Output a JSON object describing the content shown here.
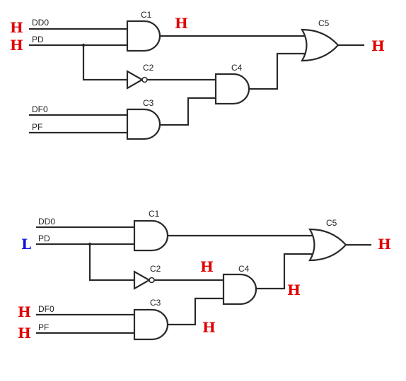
{
  "colors": {
    "high": "#e00000",
    "low": "#1010e0",
    "wire": "#2a2a2a"
  },
  "top": {
    "inputs": {
      "dd0": "DD0",
      "pd": "PD",
      "df0": "DF0",
      "pf": "PF"
    },
    "gates": {
      "c1": "C1",
      "c2": "C2",
      "c3": "C3",
      "c4": "C4",
      "c5": "C5"
    },
    "levels": {
      "dd0": "H",
      "pd": "H",
      "c1_out": "H",
      "c5_out": "H"
    }
  },
  "bottom": {
    "inputs": {
      "dd0": "DD0",
      "pd": "PD",
      "df0": "DF0",
      "pf": "PF"
    },
    "gates": {
      "c1": "C1",
      "c2": "C2",
      "c3": "C3",
      "c4": "C4",
      "c5": "C5"
    },
    "levels": {
      "pd": "L",
      "c2_out": "H",
      "c3_out": "H",
      "c4_out": "H",
      "c5_out": "H",
      "df0": "H",
      "pf": "H"
    }
  }
}
